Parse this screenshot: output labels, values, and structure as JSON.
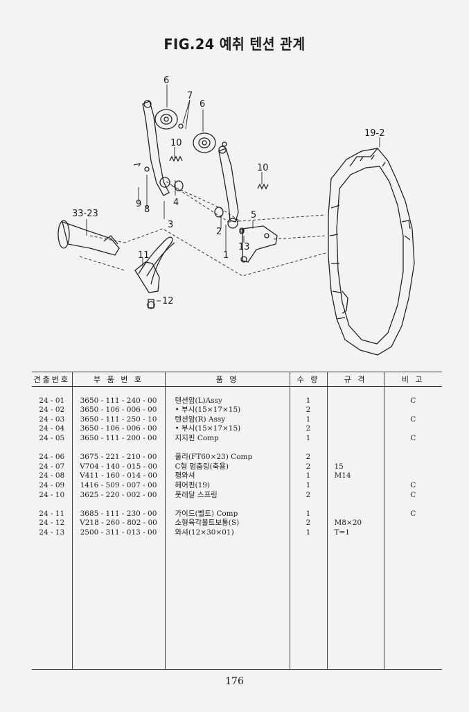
{
  "title": "FIG.24 예취 텐션 관계",
  "callouts": {
    "c1": "1",
    "c2": "2",
    "c3": "3",
    "c4": "4",
    "c5": "5",
    "c6a": "6",
    "c6b": "6",
    "c7": "7",
    "c8": "8",
    "c9": "9",
    "c10a": "10",
    "c10b": "10",
    "c11": "11",
    "c12": "12",
    "c13": "13",
    "c19_2": "19-2",
    "c33_23": "33-23"
  },
  "table": {
    "headers": [
      "견출번호",
      "부 품 번 호",
      "품          명",
      "수 량",
      "규    격",
      "비  고"
    ],
    "group1": [
      {
        "no": "24 - 01",
        "part": "3650 - 111 - 240 - 00",
        "name": "텐션암(L)Assy",
        "qty": "1",
        "spec": "",
        "remark": "C"
      },
      {
        "no": "24 - 02",
        "part": "3650 - 106 - 006 - 00",
        "name": "• 부시(15×17×15)",
        "qty": "2",
        "spec": "",
        "remark": ""
      },
      {
        "no": "24 - 03",
        "part": "3650 - 111 - 250 - 10",
        "name": "텐션암(R) Assy",
        "qty": "1",
        "spec": "",
        "remark": "C"
      },
      {
        "no": "24 - 04",
        "part": "3650 - 106 - 006 - 00",
        "name": "• 부시(15×17×15)",
        "qty": "2",
        "spec": "",
        "remark": ""
      },
      {
        "no": "24 - 05",
        "part": "3650 - 111 - 200 - 00",
        "name": "지지핀 Comp",
        "qty": "1",
        "spec": "",
        "remark": "C"
      }
    ],
    "group2": [
      {
        "no": "24 - 06",
        "part": "3675 - 221 - 210 - 00",
        "name": "풀리(FT60×23) Comp",
        "qty": "2",
        "spec": "",
        "remark": ""
      },
      {
        "no": "24 - 07",
        "part": "V704 - 140 - 015 - 00",
        "name": "C형 멈춤링(축용)",
        "qty": "2",
        "spec": "15",
        "remark": ""
      },
      {
        "no": "24 - 08",
        "part": "V411 - 160 - 014 - 00",
        "name": "평와셔",
        "qty": "1",
        "spec": "M14",
        "remark": ""
      },
      {
        "no": "24 - 09",
        "part": "1416 - 509 - 007 - 00",
        "name": "헤어핀(19)",
        "qty": "1",
        "spec": "",
        "remark": "C"
      },
      {
        "no": "24 - 10",
        "part": "3625 - 220 - 002 - 00",
        "name": "풋레달 스프링",
        "qty": "2",
        "spec": "",
        "remark": "C"
      }
    ],
    "group3": [
      {
        "no": "24 - 11",
        "part": "3685 - 111 - 230 - 00",
        "name": "가이드(벨트) Comp",
        "qty": "1",
        "spec": "",
        "remark": "C"
      },
      {
        "no": "24 - 12",
        "part": "V218 - 260 - 802 - 00",
        "name": "소형육각볼트보통(S)",
        "qty": "2",
        "spec": "M8×20",
        "remark": ""
      },
      {
        "no": "24 - 13",
        "part": "2500 - 311 - 013 - 00",
        "name": "와셔(12×30×01)",
        "qty": "1",
        "spec": "T=1",
        "remark": ""
      }
    ]
  },
  "page_number": "176"
}
